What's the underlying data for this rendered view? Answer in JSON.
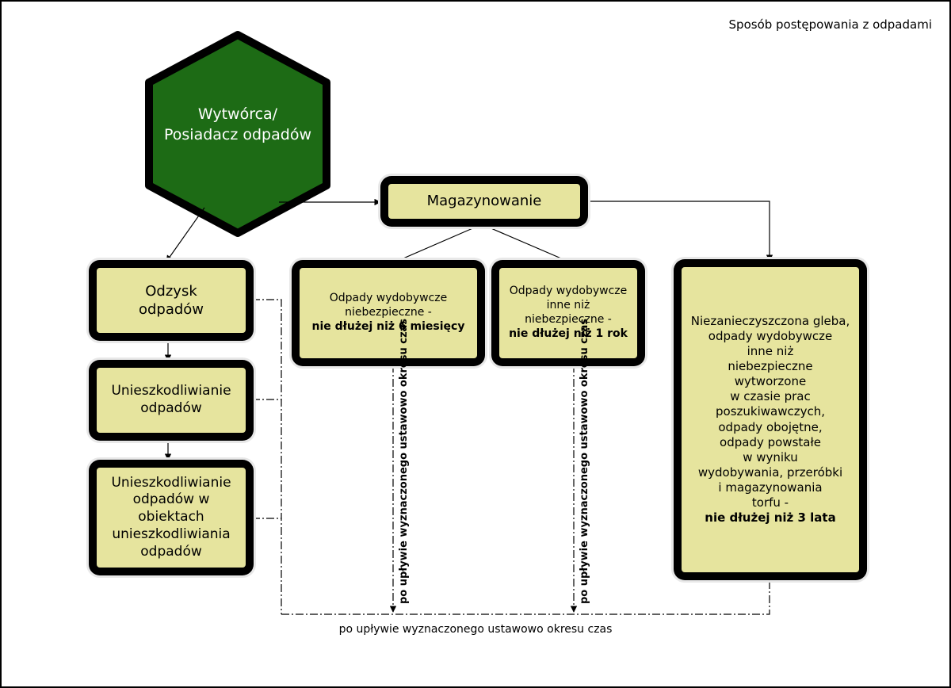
{
  "title": "Sposób postępowania z odpadami",
  "producer": {
    "line1": "Wytwórca/",
    "line2": "Posiadacz odpadów"
  },
  "storage": {
    "label": "Magazynowanie"
  },
  "recovery": {
    "line1": "Odzysk",
    "line2": "odpadów"
  },
  "disposal": {
    "line1": "Unieszkodliwianie",
    "line2": "odpadów"
  },
  "disposal_facility": {
    "lines": [
      "Unieszkodliwianie",
      "odpadów w",
      "obiektach",
      "unieszkodliwiania",
      "odpadów"
    ]
  },
  "hazardous": {
    "lines": [
      "Odpady wydobywcze",
      "niebezpieczne -"
    ],
    "limit": "nie dłużej niż 6 miesięcy"
  },
  "non_hazardous": {
    "lines": [
      "Odpady wydobywcze",
      "inne niż",
      "niebezpieczne -"
    ],
    "limit": "nie dłużej niż 1 rok"
  },
  "soil": {
    "lines": [
      "Niezanieczyszczona gleba,",
      "odpady wydobywcze",
      "inne niż",
      "niebezpieczne",
      "wytworzone",
      "w czasie prac",
      "poszukiwawczych,",
      "odpady obojętne,",
      "odpady powstałe",
      "w wyniku",
      "wydobywania, przeróbki",
      "i magazynowania",
      "torfu -"
    ],
    "limit": "nie dłużej niż 3 lata"
  },
  "period_label": "po upływie wyznaczonego ustawowo okresu czas",
  "colors": {
    "hexagon": "#1d6b15",
    "box_fill": "#e6e49e",
    "border": "#000000"
  }
}
